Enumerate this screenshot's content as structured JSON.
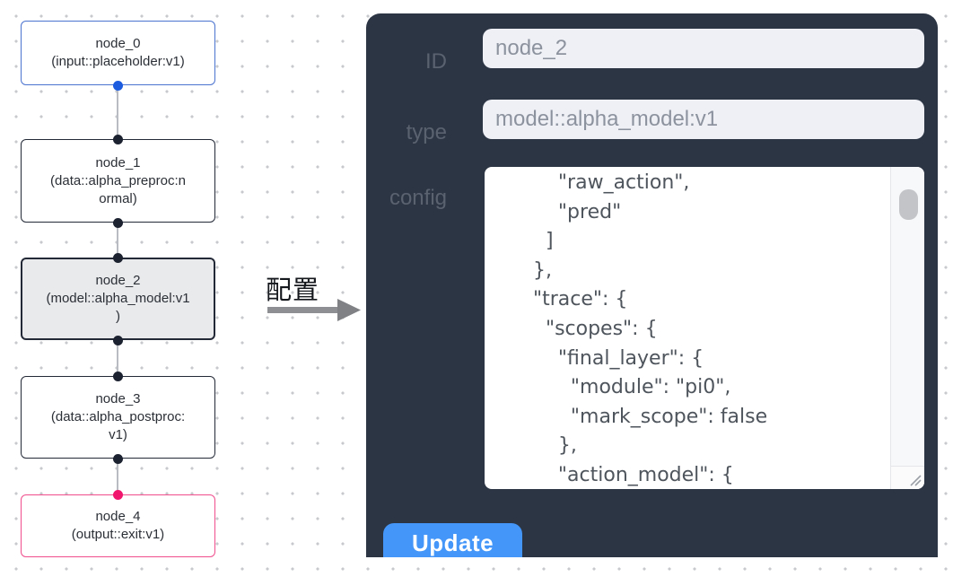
{
  "canvas": {
    "nodes": [
      {
        "title": "node_0",
        "subtitle_lines": [
          "(input::placeholder:v1)"
        ],
        "role": "input"
      },
      {
        "title": "node_1",
        "subtitle_lines": [
          "(data::alpha_preproc:n",
          "ormal)"
        ],
        "role": "data"
      },
      {
        "title": "node_2",
        "subtitle_lines": [
          "(model::alpha_model:v1",
          ")"
        ],
        "role": "model",
        "selected": true
      },
      {
        "title": "node_3",
        "subtitle_lines": [
          "(data::alpha_postproc:",
          "v1)"
        ],
        "role": "data"
      },
      {
        "title": "node_4",
        "subtitle_lines": [
          "(output::exit:v1)"
        ],
        "role": "output"
      }
    ],
    "annotation": {
      "label": "配置",
      "arrow_icon": "right-arrow-icon"
    }
  },
  "panel": {
    "fields": [
      {
        "label": "ID",
        "value": "node_2"
      },
      {
        "label": "type",
        "value": "model::alpha_model:v1"
      }
    ],
    "config": {
      "label": "config",
      "lines": [
        "          \"raw_action\",",
        "          \"pred\"",
        "        ]",
        "      },",
        "      \"trace\": {",
        "        \"scopes\": {",
        "          \"final_layer\": {",
        "            \"module\": \"pi0\",",
        "            \"mark_scope\": false",
        "          },",
        "          \"action_model\": {"
      ]
    },
    "update_label": "Update"
  },
  "colors": {
    "panel_background": "#2c3544",
    "input_background": "#eef0f6",
    "input_text": "#8d939e",
    "label_text": "#5a6270",
    "config_text": "#4f555c",
    "update_button": "#4496f8",
    "node_border_default": "#232936",
    "node_border_input": "#4a72cf",
    "node_border_output": "#ef4d8c",
    "node_selected_fill": "#e9eaec",
    "port_blue": "#1b5be0",
    "port_dark": "#1c2230",
    "port_pink": "#f1156d",
    "edge_gray": "#b9bcc2"
  }
}
